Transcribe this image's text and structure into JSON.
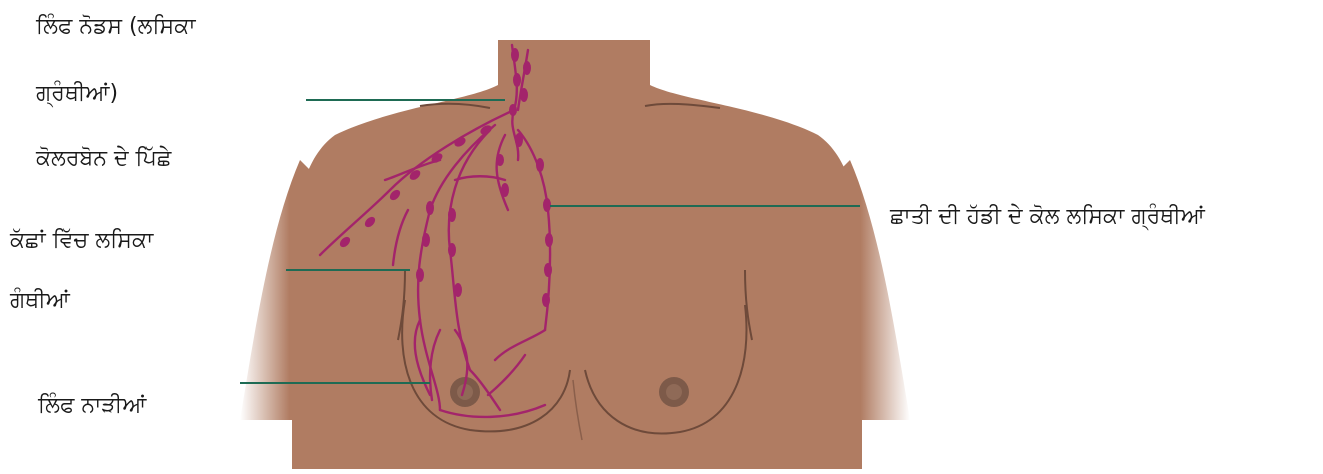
{
  "labels": {
    "collarbone_nodes": [
      "ਲਿੰਫ ਨੋਡਸ (ਲਸਿਕਾ",
      "ਗ੍ਰੰਥੀਆਂ)",
      "ਕੋਲਰਬੋਨ ਦੇ ਪਿੱਛੇ"
    ],
    "axilla_nodes": [
      "ਕੱਛਾਂ ਵਿੱਚ ਲਸਿਕਾ",
      "ਗੰਥੀਆਂ"
    ],
    "lymph_vessels": "ਲਿੰਫ ਨਾੜੀਆਂ",
    "sternum_nodes": "ਛਾਤੀ ਦੀ ਹੱਡੀ ਦੇ ਕੋਲ ਲਸਿਕਾ ਗ੍ਰੰਥੀਆਂ"
  },
  "colors": {
    "skin": "#b07c62",
    "skin_light": "#c9a291",
    "lymph": "#a3246b",
    "leader_line": "#1e6b54",
    "nipple": "#7d5a49",
    "text": "#1a1a1a"
  }
}
